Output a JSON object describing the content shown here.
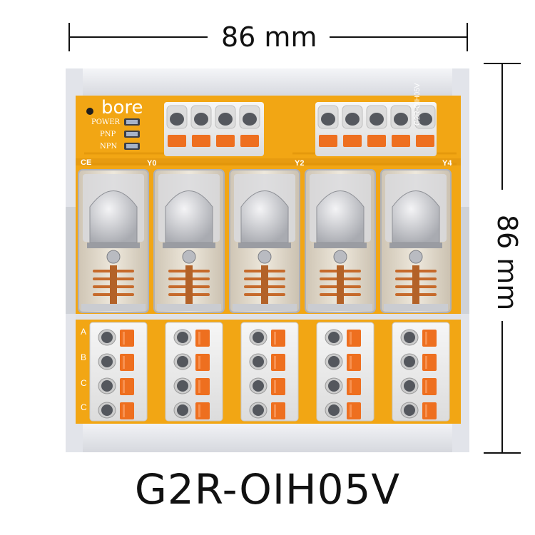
{
  "dimensions": {
    "width_label": "86 mm",
    "height_label": "86 mm"
  },
  "model_name": "G2R-OIH05V",
  "board": {
    "brand": "bore",
    "ce_mark": "CE",
    "indicators": [
      "POWER",
      "PNP",
      "NPN"
    ],
    "side_print": "G2R-OIH05V",
    "relay_labels": [
      "Y0",
      "Y2",
      "Y4"
    ],
    "terminal_labels": [
      "A",
      "B",
      "C",
      "C"
    ],
    "relay_count": 5,
    "colors": {
      "pcb": "#f2a614",
      "rail": "#e6e8ee",
      "terminal_body": "#ececec",
      "terminal_lever": "#ee6f1f",
      "relay_cover": "#d7d9de",
      "coil_copper": "#c66a2b"
    }
  }
}
